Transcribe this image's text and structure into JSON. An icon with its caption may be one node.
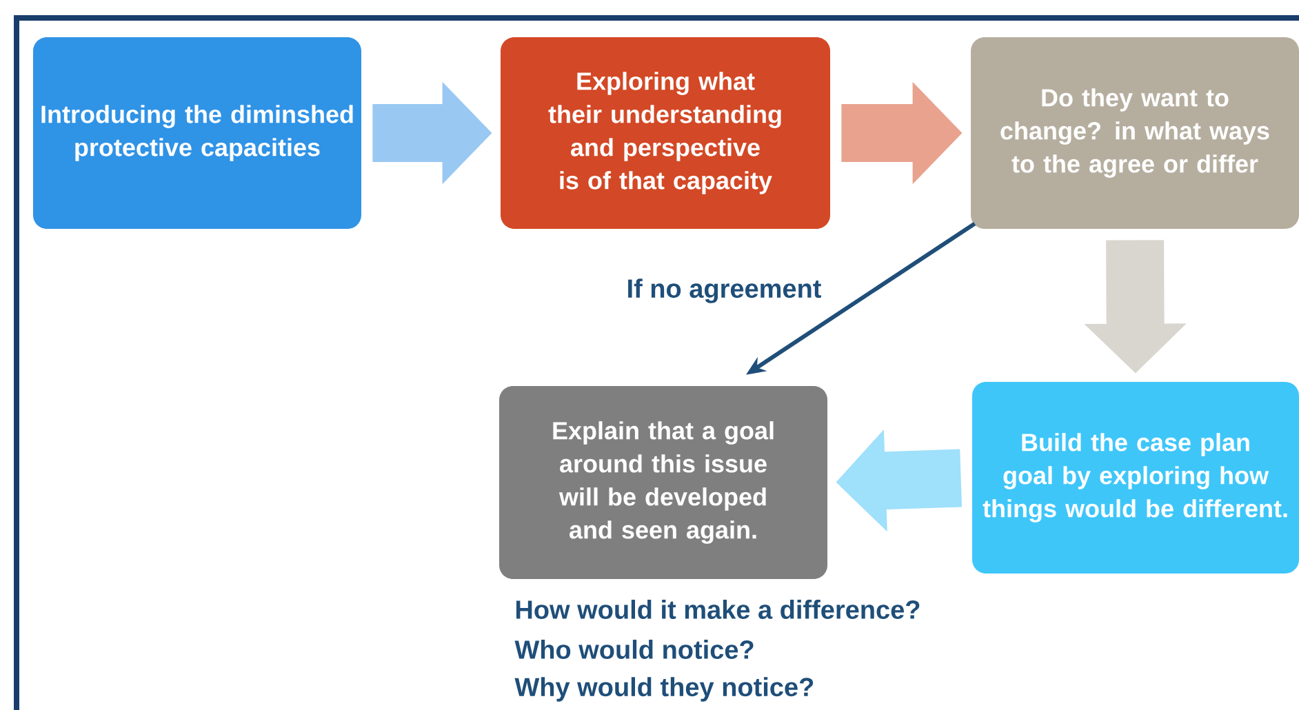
{
  "diagram": {
    "nodes": [
      {
        "text": [
          "Introducing the diminshed protective capacities"
        ]
      },
      {
        "text": [
          "Exploring what their understanding and perspective is of that capacity"
        ]
      },
      {
        "text": [
          "Do they want to change? in what ways to the agree or differ"
        ]
      },
      {
        "text": [
          "Explain that a goal around this issue will be developed and seen again."
        ]
      },
      {
        "text": [
          "Build the case plan goal by exploring how things would be different."
        ]
      }
    ],
    "edges": [
      {
        "from": 0,
        "to": 1,
        "arrow": "to",
        "color": "#99c8f2"
      },
      {
        "from": 1,
        "to": 2,
        "arrow": "to",
        "color": "#e8a28e"
      },
      {
        "from": 2,
        "to": 4,
        "arrow": "to",
        "color": "#d8d6cf"
      },
      {
        "from": 4,
        "to": 3,
        "arrow": "to",
        "color": "#9fe0fb"
      },
      {
        "from": 2,
        "to": 3,
        "arrow": "to",
        "label": "If no agreement",
        "color": "#1f4e79"
      }
    ],
    "labels": [
      "How would it make a difference?",
      "Who would notice?",
      "Why would they notice?"
    ]
  }
}
